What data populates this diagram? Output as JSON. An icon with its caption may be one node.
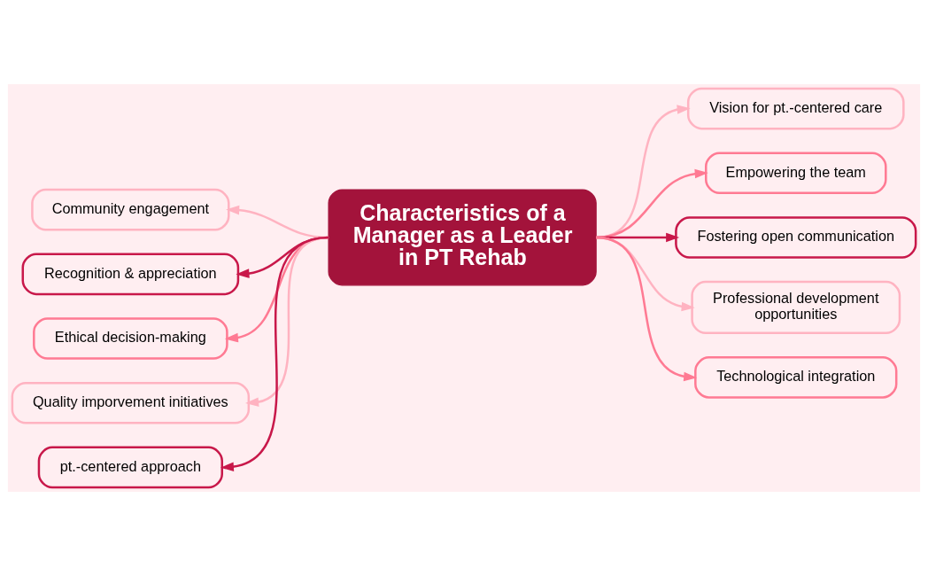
{
  "diagram": {
    "nodes": [
      {
        "text": [
          "Characteristics of a Manager as a Leader in PT Rehab"
        ]
      },
      {
        "text": [
          "Vision for pt.-centered care"
        ]
      },
      {
        "text": [
          "Empowering the team"
        ]
      },
      {
        "text": [
          "Fostering open communication"
        ]
      },
      {
        "text": [
          "Professional development opportunities"
        ]
      },
      {
        "text": [
          "Technological integration"
        ]
      },
      {
        "text": [
          "Community engagement"
        ]
      },
      {
        "text": [
          "Recognition & appreciation"
        ]
      },
      {
        "text": [
          "Ethical decision-making"
        ]
      },
      {
        "text": [
          "Quality imporvement initiatives"
        ]
      },
      {
        "text": [
          "pt.-centered approach"
        ]
      }
    ],
    "edges": [
      {
        "from": 0,
        "to": 1,
        "arrow": "to"
      },
      {
        "from": 0,
        "to": 2,
        "arrow": "to",
        "color": "#ff7a93"
      },
      {
        "from": 0,
        "to": 3,
        "arrow": "to",
        "color": "#c8184a"
      },
      {
        "from": 0,
        "to": 4,
        "arrow": "to"
      },
      {
        "from": 0,
        "to": 5,
        "arrow": "to",
        "color": "#ff7a93"
      },
      {
        "from": 0,
        "to": 6,
        "arrow": "to"
      },
      {
        "from": 0,
        "to": 7,
        "arrow": "to",
        "color": "#c8184a"
      },
      {
        "from": 0,
        "to": 8,
        "arrow": "to",
        "color": "#ff7a93"
      },
      {
        "from": 0,
        "to": 9,
        "arrow": "to"
      },
      {
        "from": 0,
        "to": 10,
        "arrow": "to",
        "color": "#c8184a"
      }
    ]
  }
}
